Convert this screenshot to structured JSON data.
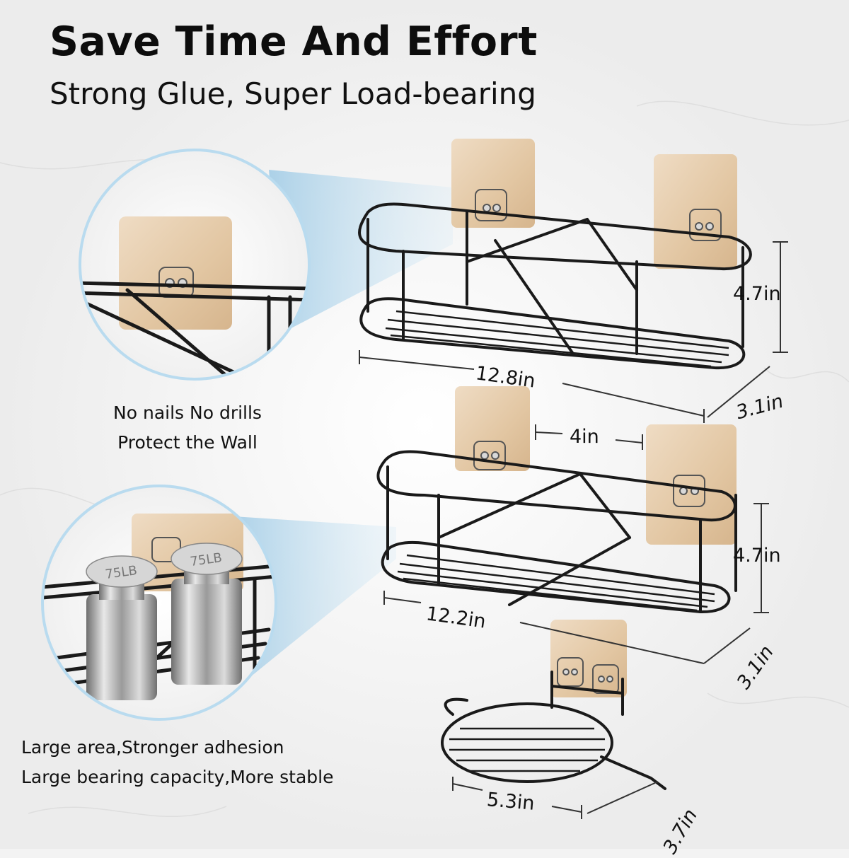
{
  "header": {
    "title": "Save Time And Effort",
    "subtitle": "Strong Glue, Super Load-bearing"
  },
  "callouts": {
    "top": [
      "No nails No drills",
      "Protect the Wall"
    ],
    "bottom": [
      "Large area,Stronger adhesion",
      "Large bearing capacity,More stable"
    ]
  },
  "weights": {
    "label": "75LB"
  },
  "dimensions": {
    "shelf1": {
      "height": "4.7in",
      "width": "12.8in",
      "depth": "3.1in"
    },
    "gap": "4in",
    "shelf2": {
      "height": "4.7in",
      "width": "12.2in",
      "depth": "3.1in"
    },
    "soap_dish": {
      "width": "5.3in",
      "depth": "3.7in"
    }
  },
  "colors": {
    "background": "#f3f3f3",
    "wire": "#1a1a1a",
    "adhesive_pad": "#e2c8a8",
    "magnifier_tint": "#b9dbef"
  }
}
